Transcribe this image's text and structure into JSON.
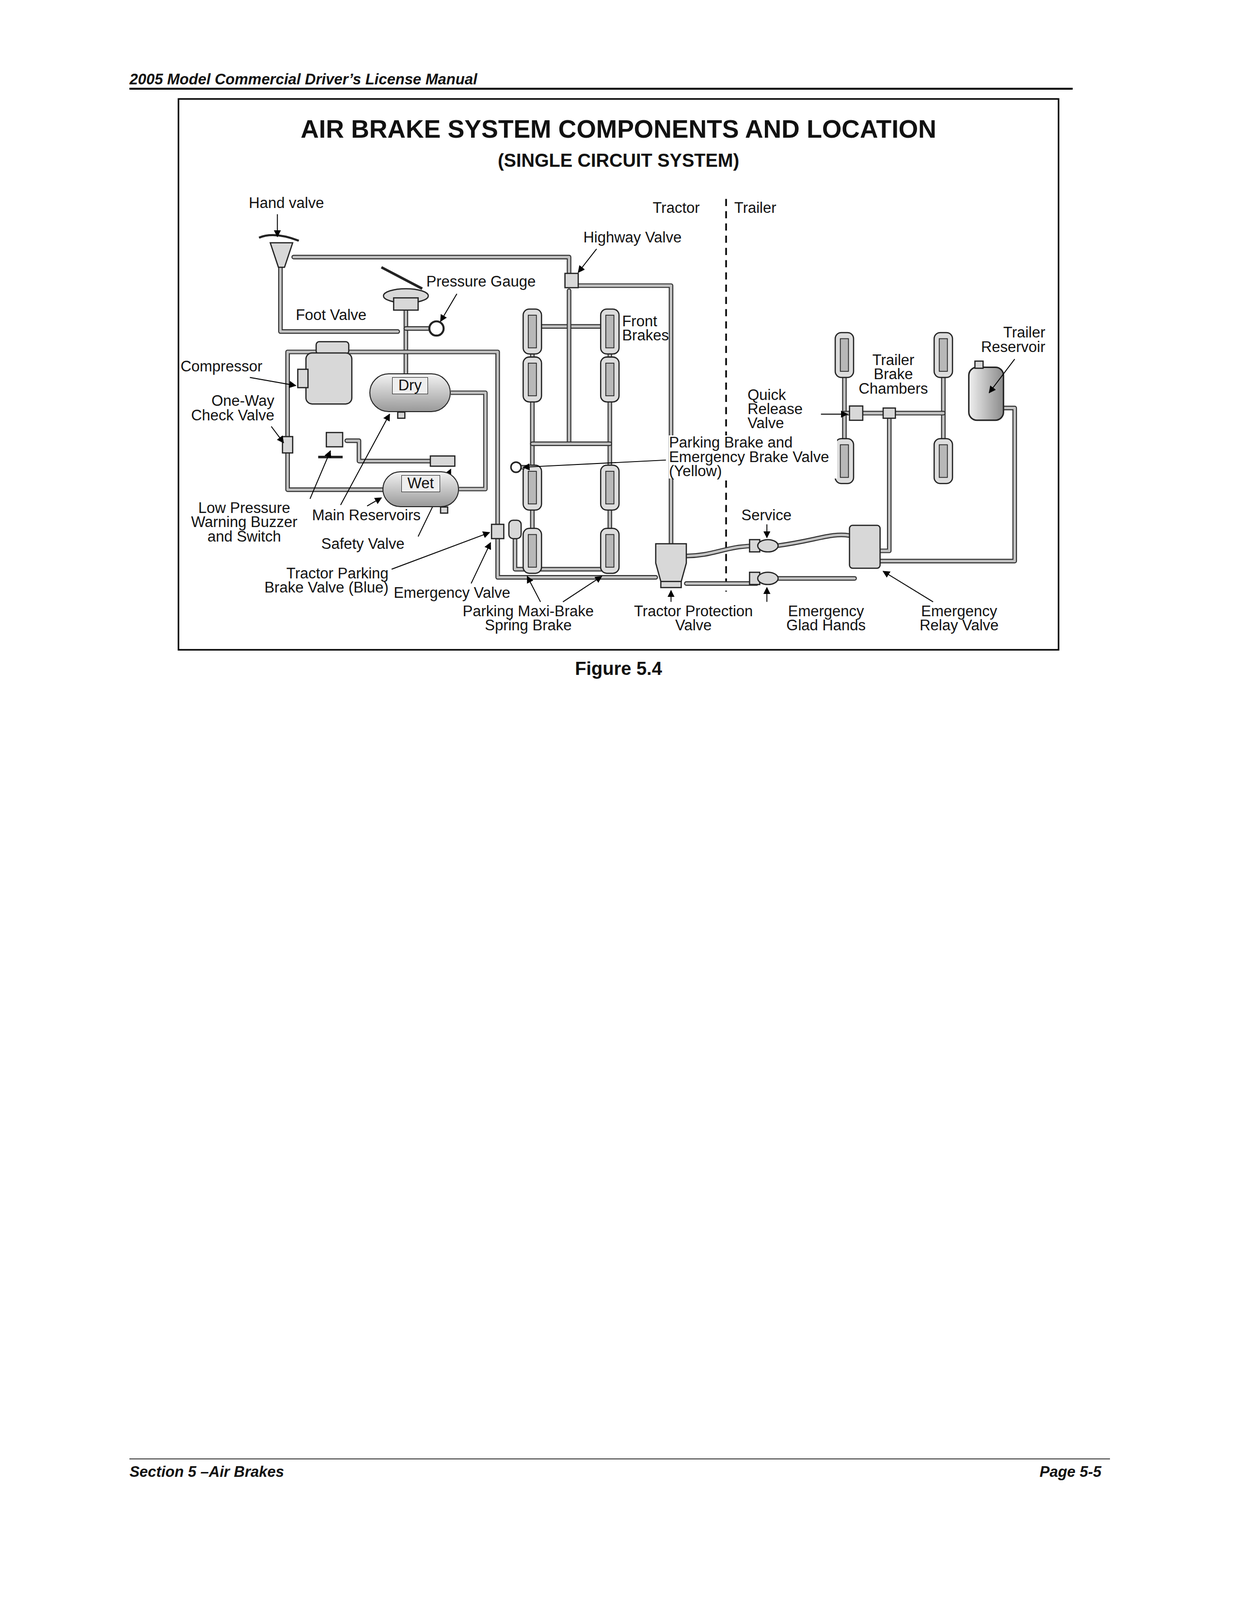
{
  "diagram": {
    "title": "AIR BRAKE SYSTEM COMPONENTS AND LOCATION",
    "caption": "Figure 5.4",
    "nodes": [
      {
        "text": [
          "Dry"
        ]
      },
      {
        "text": [
          "Wet"
        ]
      }
    ],
    "edges": [
      {
        "from": 1,
        "to": 0,
        "arrow": "none"
      }
    ],
    "labels": [
      "2005 Model Commercial Driver’s License Manual",
      "(SINGLE CIRCUIT SYSTEM)",
      "Hand valve",
      "Tractor",
      "Trailer",
      "Highway Valve",
      "Pressure Gauge",
      "Foot Valve",
      "Front Brakes",
      "Trailer Reservoir",
      "Compressor",
      "Trailer Brake Chambers",
      "One-Way Check Valve",
      "Quick Release Valve",
      "Parking Brake and Emergency Brake Valve (Yellow)",
      "Low Pressure Warning Buzzer and Switch",
      "Main Reservoirs",
      "Service",
      "Safety Valve",
      "Tractor Parking Brake Valve (Blue)",
      "Emergency Valve",
      "Parking Maxi-Brake Spring Brake",
      "Tractor Protection Valve",
      "Emergency Glad Hands",
      "Emergency Relay Valve",
      "Section 5 –Air Brakes",
      "Page 5-5"
    ]
  }
}
